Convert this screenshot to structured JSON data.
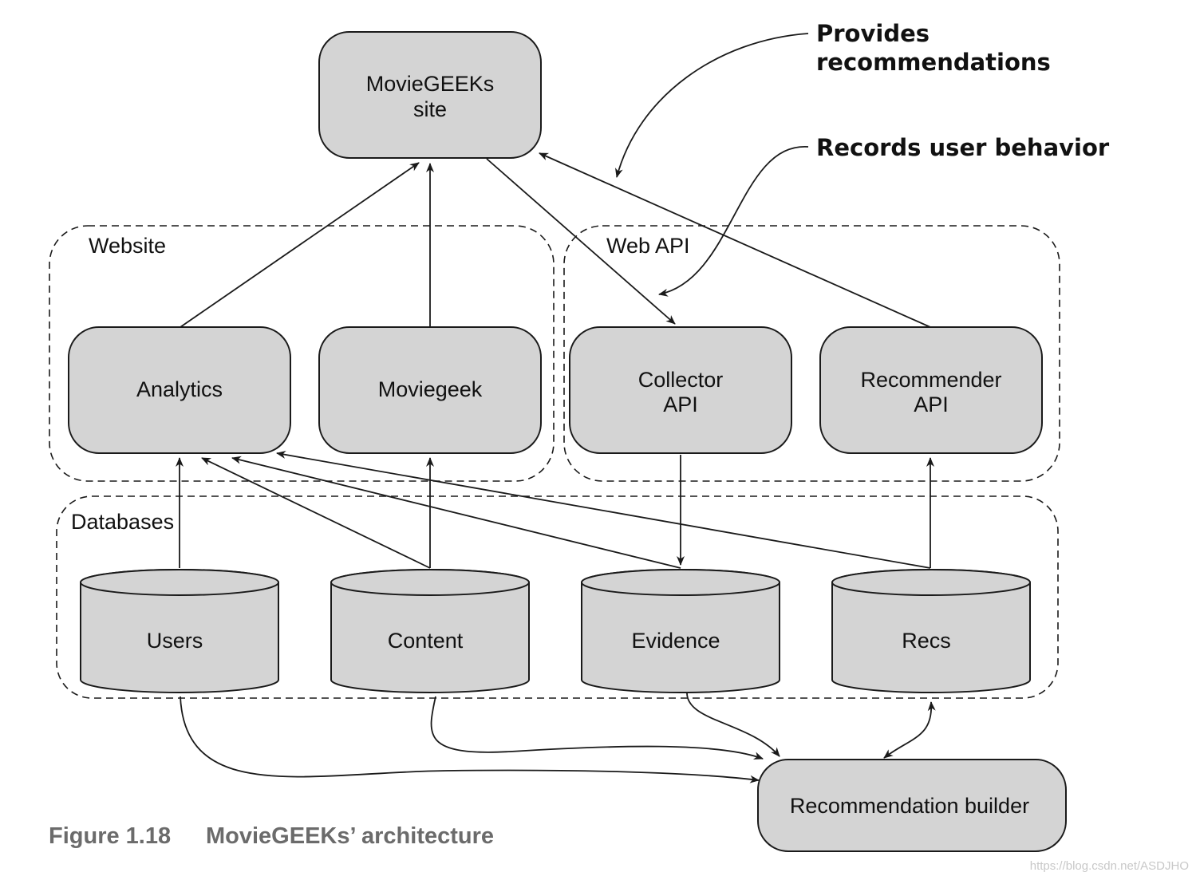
{
  "nodes": {
    "site": [
      "MovieGEEKs",
      "site"
    ],
    "analytics": "Analytics",
    "moviegeek": "Moviegeek",
    "collector": [
      "Collector",
      "API"
    ],
    "recommender": [
      "Recommender",
      "API"
    ],
    "builder": "Recommendation builder"
  },
  "databases": {
    "users": "Users",
    "content": "Content",
    "evidence": "Evidence",
    "recs": "Recs"
  },
  "groups": {
    "website": "Website",
    "web_api": "Web API",
    "databases": "Databases"
  },
  "annotations": {
    "provides": [
      "Provides",
      "recommendations"
    ],
    "records": "Records user behavior"
  },
  "caption": {
    "number": "Figure 1.18",
    "text": "MovieGEEKs’ architecture"
  },
  "watermark": "https://blog.csdn.net/ASDJHO",
  "colors": {
    "node_fill": "#d4d4d4",
    "stroke": "#1a1a1a",
    "caption": "#6b6b6b"
  }
}
